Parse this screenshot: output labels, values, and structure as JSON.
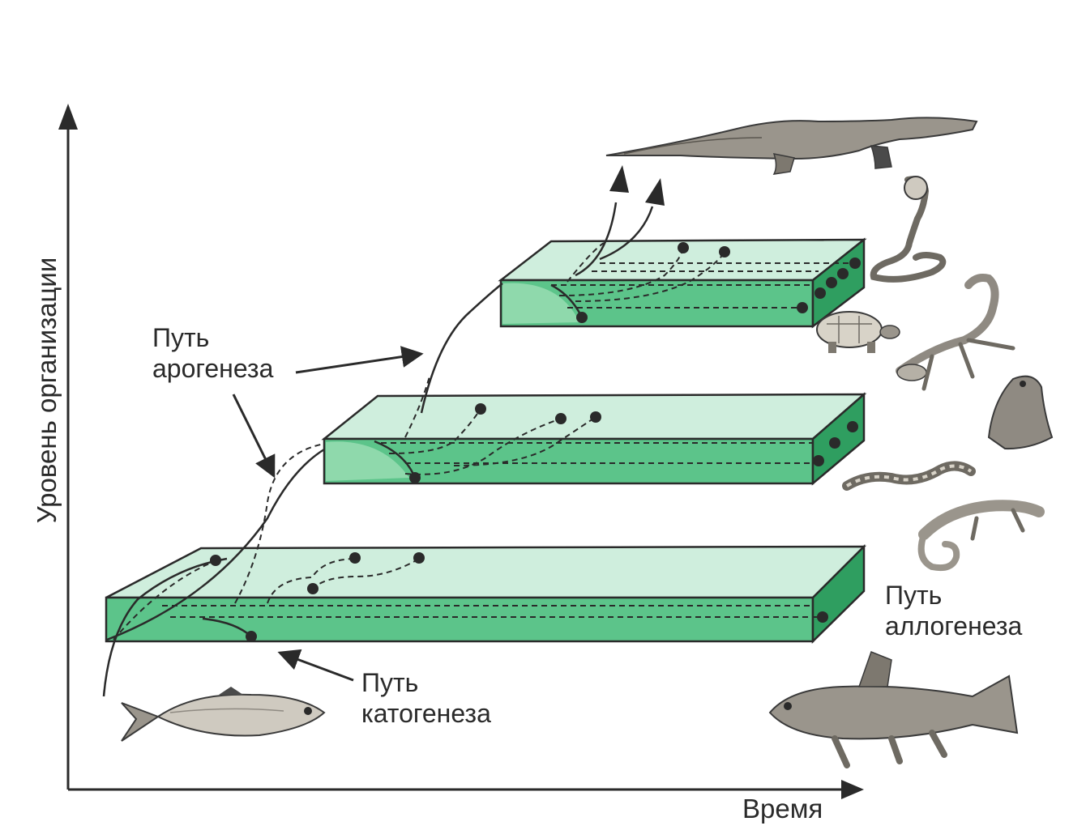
{
  "axes": {
    "y_label": "Уровень организации",
    "x_label": "Время"
  },
  "labels": {
    "arogenesis": {
      "line1": "Путь",
      "line2": "арогенеза"
    },
    "catogenesis": {
      "line1": "Путь",
      "line2": "катогенеза"
    },
    "allogenesis": {
      "line1": "Путь",
      "line2": "аллогенеза"
    }
  },
  "colors": {
    "slab_top": "#cfeedd",
    "slab_front": "#5cc48a",
    "slab_side": "#2f9e60",
    "ink": "#2a2a2a",
    "animal": "#8f8a82"
  },
  "animals": [
    "crocodile-icon",
    "cobra-icon",
    "turtle-icon",
    "lizard-icon",
    "frog-icon",
    "snake-icon",
    "salamander-icon",
    "coelacanth-icon",
    "fish-icon"
  ]
}
